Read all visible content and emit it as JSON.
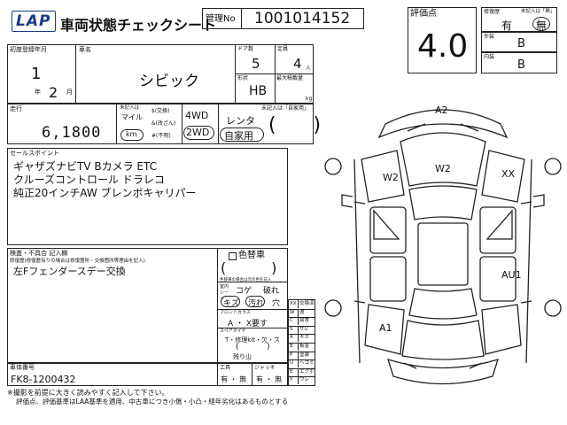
{
  "header": {
    "logo": "LAP",
    "title": "車両状態チェックシート",
    "mgmt_label": "管理No",
    "mgmt_no": "1001014152"
  },
  "grade": {
    "label": "評価点",
    "value": "4.0",
    "repair_label": "修復歴",
    "repair_yes": "有",
    "repair_no": "無",
    "repair_unrecorded": "未記入は「無」",
    "exterior_label": "外装",
    "exterior_value": "B",
    "interior_label": "内装",
    "interior_value": "B"
  },
  "vehicle": {
    "first_reg_label": "初度登録年月",
    "first_reg_year": "1",
    "first_reg_year_unit": "年",
    "first_reg_month": "2",
    "first_reg_month_unit": "月",
    "name_label": "車名",
    "name_value": "シビック",
    "doors_label": "ドア数",
    "doors_value": "5",
    "capacity_label": "定員",
    "capacity_value": "4",
    "capacity_unit": "人",
    "shape_label": "形状",
    "shape_value": "HB",
    "max_load_label": "最大積載量",
    "max_load_unit": "kg"
  },
  "mileage": {
    "label": "走行",
    "value": "6,1800",
    "unrecorded_note": "未記入は",
    "mile_label": "マイル",
    "km_label": "km",
    "exchange": "$(交換)",
    "tampered": "&(改ざん)",
    "unknown": "#(不明)",
    "drive_4wd": "4WD",
    "drive_2wd": "2WD",
    "use_note": "未記入は「自家用」",
    "rental": "レンタ",
    "private": "自家用"
  },
  "sales_points": {
    "label": "セールスポイント",
    "lines": [
      "ギャザズナビTV Bカメラ ETC",
      "クルーズコントロール ドラレコ",
      "純正20インチAW ブレンボキャリパー"
    ]
  },
  "inspector": {
    "label": "検査・不具合 記入欄",
    "note": "修復歴(修復歴有りの場合は修復箇所・交換箇所等理由を記入)",
    "remark": "左Fフェンダースデー交換"
  },
  "color_change": {
    "label": "色替車",
    "note": "色替車の場合は元の色を記入"
  },
  "interior_check": {
    "label": "室内シート",
    "items": [
      "コゲ",
      "破れ",
      "キズ",
      "汚れ",
      "穴"
    ]
  },
  "front_glass": {
    "label": "フロントガラス",
    "value": "A ・ X要す"
  },
  "spare_tire": {
    "label": "スペアタイヤ",
    "value": "T・修理kit・欠・ス",
    "remaining_label": "残り山"
  },
  "tools": {
    "label": "工具",
    "value": "有 ・ 無",
    "jack_label": "ジャッキ",
    "jack_value": "有 ・ 無"
  },
  "chassis": {
    "label": "車体番号",
    "value": "FK8-1200432"
  },
  "legend": [
    {
      "code": "XX",
      "desc": "交換済"
    },
    {
      "code": "W",
      "desc": "波"
    },
    {
      "code": "C",
      "desc": "腐食"
    },
    {
      "code": "S",
      "desc": "サビ"
    },
    {
      "code": "A",
      "desc": "キズ"
    },
    {
      "code": "B",
      "desc": "板金"
    },
    {
      "code": "P",
      "desc": "塗装"
    },
    {
      "code": "U",
      "desc": "ヘコミ"
    },
    {
      "code": "E",
      "desc": "エクボ"
    },
    {
      "code": "Y",
      "desc": "ワレ"
    }
  ],
  "diagram_marks": {
    "a2": "A2",
    "w2_roof": "W2",
    "w2_left": "W2",
    "xx_right": "XX",
    "au1": "AU1",
    "a1": "A1"
  },
  "footer": {
    "line1": "※撮影を前提に大きく読みやすく記入して下さい。",
    "line2": "評価点、評価基準はLAA基準を適用、中古車につき小傷・小凸・経年劣化はあるものとする"
  }
}
